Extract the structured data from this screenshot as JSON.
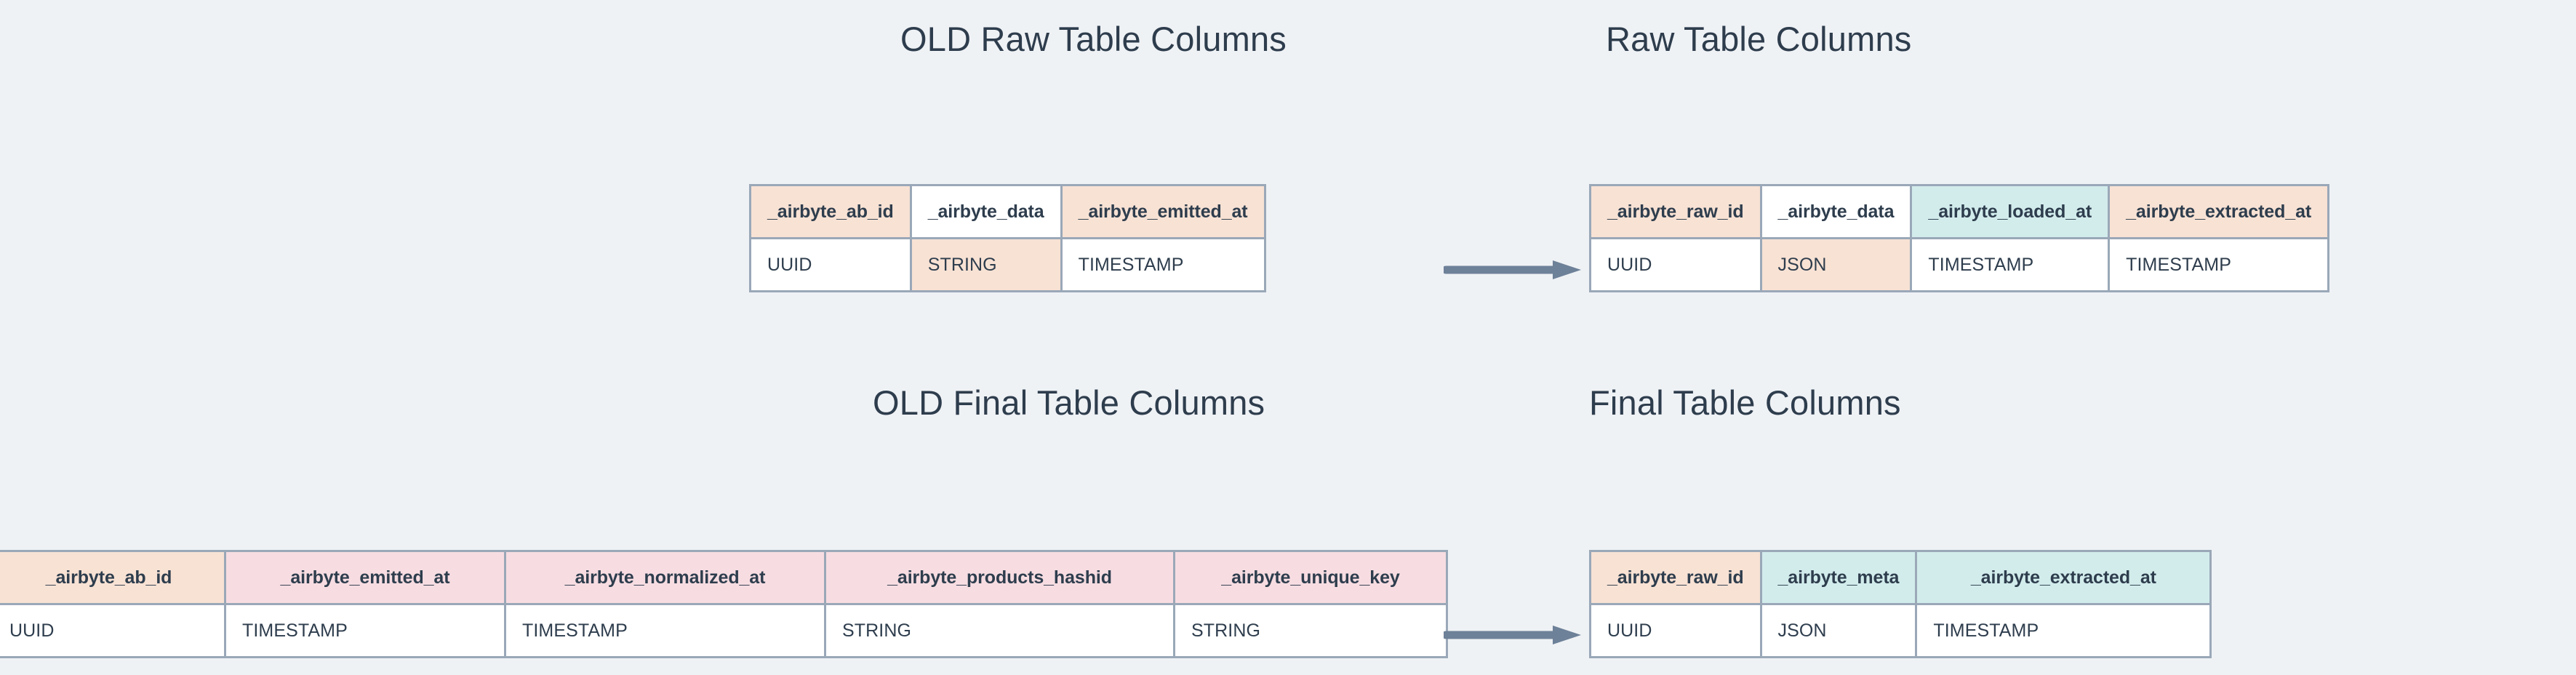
{
  "palette": {
    "background": "#eff2f5",
    "border": "#9aa8b8",
    "text": "#2e3d4d",
    "peach": "#f8e2d4",
    "pink": "#f7dde2",
    "mint": "#d2ecec",
    "white": "#ffffff",
    "arrow": "#6d8198"
  },
  "titles": {
    "old_raw": "OLD Raw Table Columns",
    "new_raw": "Raw Table Columns",
    "old_final": "OLD Final Table Columns",
    "new_final": "Final Table Columns"
  },
  "arrows": {
    "raw_label": "transforms-to",
    "final_label": "transforms-to"
  },
  "tables": {
    "old_raw": {
      "title": "OLD Raw Table Columns",
      "columns": [
        {
          "name": "_airbyte_ab_id",
          "type": "UUID",
          "header_tint": "peach",
          "type_tint": "white"
        },
        {
          "name": "_airbyte_data",
          "type": "STRING",
          "header_tint": "white",
          "type_tint": "peach"
        },
        {
          "name": "_airbyte_emitted_at",
          "type": "TIMESTAMP",
          "header_tint": "peach",
          "type_tint": "white"
        }
      ]
    },
    "new_raw": {
      "title": "Raw Table Columns",
      "columns": [
        {
          "name": "_airbyte_raw_id",
          "type": "UUID",
          "header_tint": "peach",
          "type_tint": "white"
        },
        {
          "name": "_airbyte_data",
          "type": "JSON",
          "header_tint": "white",
          "type_tint": "peach"
        },
        {
          "name": "_airbyte_loaded_at",
          "type": "TIMESTAMP",
          "header_tint": "mint",
          "type_tint": "white"
        },
        {
          "name": "_airbyte_extracted_at",
          "type": "TIMESTAMP",
          "header_tint": "peach",
          "type_tint": "white"
        }
      ]
    },
    "old_final": {
      "title": "OLD Final Table Columns",
      "columns": [
        {
          "name": "_airbyte_ab_id",
          "type": "UUID",
          "header_tint": "peach",
          "type_tint": "white"
        },
        {
          "name": "_airbyte_emitted_at",
          "type": "TIMESTAMP",
          "header_tint": "pink",
          "type_tint": "white"
        },
        {
          "name": "_airbyte_normalized_at",
          "type": "TIMESTAMP",
          "header_tint": "pink",
          "type_tint": "white"
        },
        {
          "name": "_airbyte_products_hashid",
          "type": "STRING",
          "header_tint": "pink",
          "type_tint": "white"
        },
        {
          "name": "_airbyte_unique_key",
          "type": "STRING",
          "header_tint": "pink",
          "type_tint": "white"
        }
      ]
    },
    "new_final": {
      "title": "Final Table Columns",
      "columns": [
        {
          "name": "_airbyte_raw_id",
          "type": "UUID",
          "header_tint": "peach",
          "type_tint": "white"
        },
        {
          "name": "_airbyte_meta",
          "type": "JSON",
          "header_tint": "mint",
          "type_tint": "white"
        },
        {
          "name": "_airbyte_extracted_at",
          "type": "TIMESTAMP",
          "header_tint": "mint",
          "type_tint": "white"
        }
      ]
    }
  }
}
